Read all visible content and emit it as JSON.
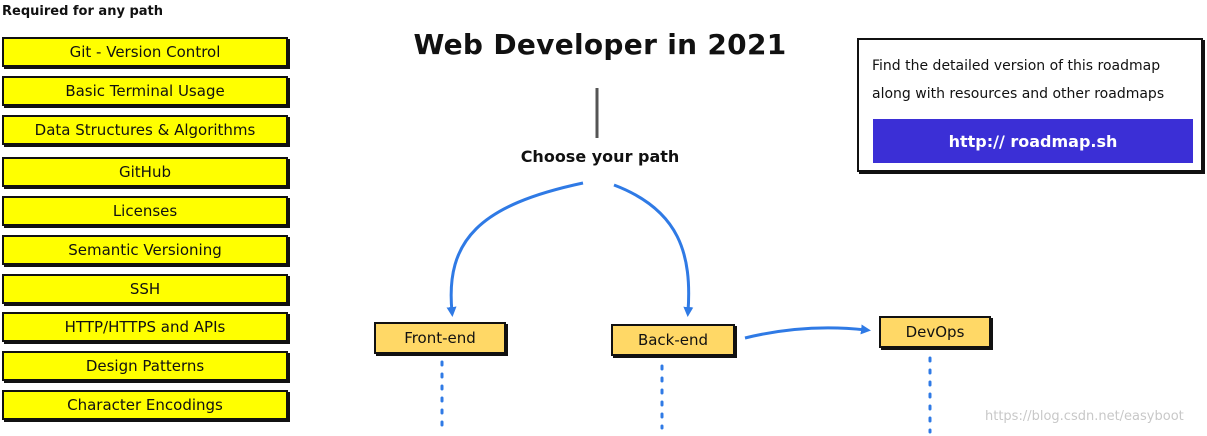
{
  "required": {
    "heading": "Required for any path",
    "items": [
      {
        "label": "Git - Version Control"
      },
      {
        "label": "Basic Terminal Usage"
      },
      {
        "label": "Data Structures & Algorithms"
      },
      {
        "label": "GitHub"
      },
      {
        "label": "Licenses"
      },
      {
        "label": "Semantic Versioning"
      },
      {
        "label": "SSH"
      },
      {
        "label": "HTTP/HTTPS and APIs"
      },
      {
        "label": "Design Patterns"
      },
      {
        "label": "Character Encodings"
      }
    ]
  },
  "header": {
    "title": "Web Developer in 2021",
    "choose_label": "Choose your path"
  },
  "paths": {
    "frontend": "Front-end",
    "backend": "Back-end",
    "devops": "DevOps"
  },
  "info": {
    "line1": "Find the detailed version of this roadmap",
    "line2": "along with resources and other roadmaps",
    "link_label": "http:// roadmap.sh"
  },
  "watermark": "https://blog.csdn.net/easyboot",
  "colors": {
    "required_fill": "#ffff00",
    "path_fill": "#ffd866",
    "arrow": "#2f7ae5",
    "link_button": "#3b2fd6"
  }
}
